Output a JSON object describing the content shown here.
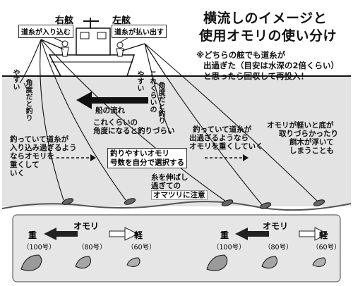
{
  "title": {
    "line1": "横流しのイメージと",
    "line2": "使用オモリの使い分け"
  },
  "note": {
    "line1": "※どちらの舷でも道糸が",
    "line2": "出過ぎた（目安は水深の2倍くらい）",
    "line3": "と思ったら回収して再投入！"
  },
  "boat": {
    "right_side": "右舷",
    "left_side": "左舷",
    "right_note": "道糸が入り込む",
    "left_note": "道糸が払い出す"
  },
  "vertical": {
    "easy_left": "やすい",
    "angle_left": "角度だと釣り",
    "easy_right": "やすい",
    "angle_right1": "これくらいの",
    "angle_right2": "角度だと釣り"
  },
  "labels": {
    "current": "船の流れ",
    "hard_angle": [
      "これくらいの",
      "角度になると釣りづらい"
    ],
    "drawn_in": [
      "釣っていて道糸が",
      "入り込み過ぎるよう",
      "ならオモリを",
      "重くして",
      "いく"
    ],
    "choose_weight": [
      "釣りやすいオモリ",
      "号数を自分で選択する"
    ],
    "pays_out": [
      "釣っていて道糸が",
      "出過ぎるようなら",
      "オモリを重くしていく"
    ],
    "too_light": [
      "オモリが軽いと底が",
      "取りづらかったり",
      "餌木が浮いて",
      "しまうことも"
    ],
    "tangle": [
      "糸を伸ばし",
      "過ぎての",
      "オマツリに注意"
    ]
  },
  "panel": {
    "omori": "オモリ",
    "heavy": "重",
    "light": "軽",
    "sizes": [
      "（100号）",
      "（80号）",
      "（60号）"
    ]
  }
}
